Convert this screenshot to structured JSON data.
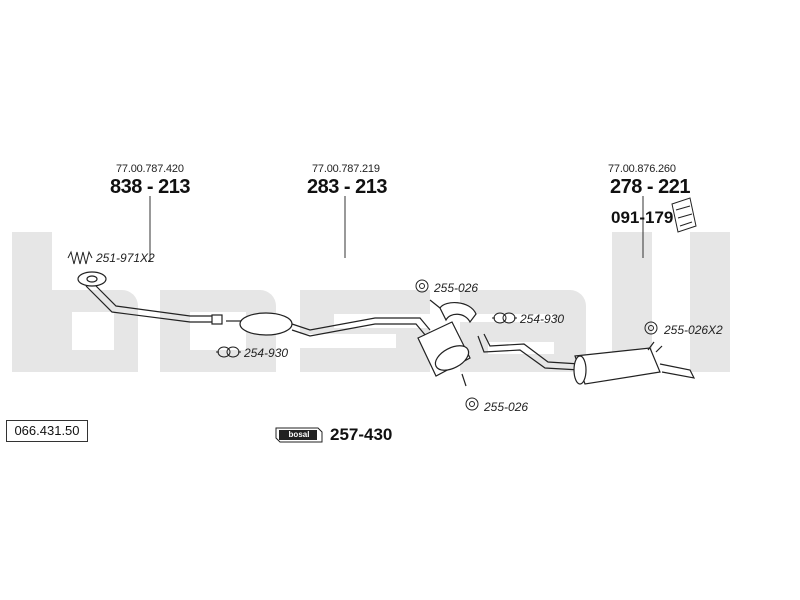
{
  "watermark": {
    "brand": "bosal"
  },
  "reference": {
    "code": "066.431.50"
  },
  "parts": [
    {
      "oem": "77.00.787.420",
      "number": "838 - 213"
    },
    {
      "oem": "77.00.787.219",
      "number": "283 - 213"
    },
    {
      "oem": "77.00.876.260",
      "number": "278 - 221"
    }
  ],
  "bracket_part": {
    "number": "091-179"
  },
  "accessories": {
    "spring": "251-971X2",
    "clamp_front": "254-930",
    "clamp_rear": "254-930",
    "rubber_top": "255-026",
    "rubber_bottom": "255-026",
    "rubber_rear": "255-026X2"
  },
  "mounting_kit": {
    "logo": "bosal",
    "number": "257-430"
  }
}
